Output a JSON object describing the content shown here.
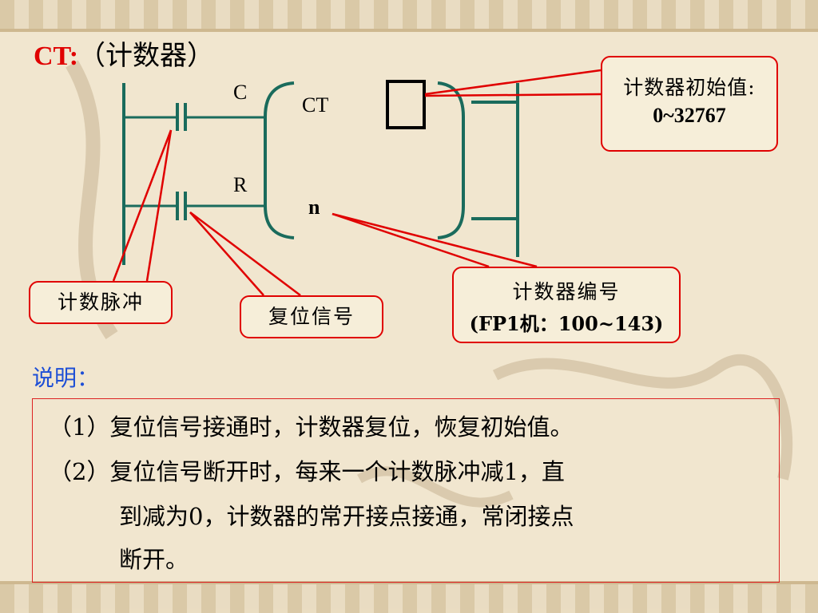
{
  "title": {
    "prefix": "CT:",
    "suffix": "（计数器）"
  },
  "diagram": {
    "input_c": "C",
    "input_r": "R",
    "block_label": "CT",
    "block_n": "n"
  },
  "callouts": {
    "initial_value_title": "计数器初始值:",
    "initial_value_range": "0~32767",
    "counter_number_title": "计数器编号",
    "counter_number_range": "(FP1机：100~143)",
    "count_pulse": "计数脉冲",
    "reset_signal": "复位信号"
  },
  "notes": {
    "heading": "说明：",
    "line1": "（1）复位信号接通时，计数器复位，恢复初始值。",
    "line2a": "（2）复位信号断开时，每来一个计数脉冲减1，直",
    "line2b": "到减为0，计数器的常开接点接通，常闭接点",
    "line2c": "断开。"
  },
  "colors": {
    "line": "#1a6b5c",
    "accent_red": "#e00000",
    "note_blue": "#1e4fd6"
  }
}
